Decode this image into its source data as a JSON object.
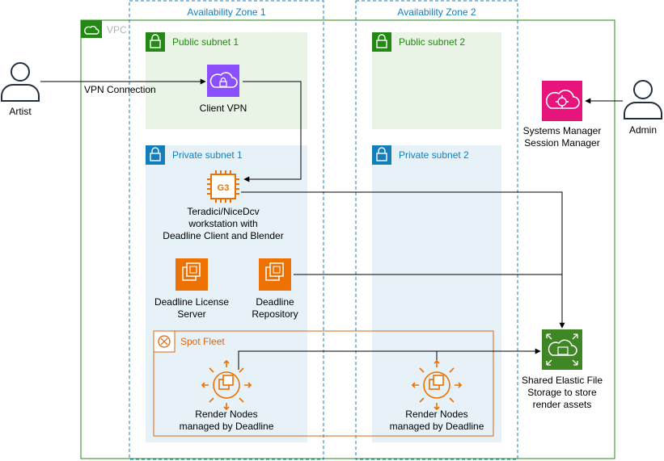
{
  "zones": {
    "az1": "Availability Zone 1",
    "az2": "Availability Zone 2"
  },
  "vpc_label": "VPC",
  "subnets": {
    "public1": "Public subnet 1",
    "public2": "Public subnet 2",
    "private1": "Private subnet 1",
    "private2": "Private subnet 2"
  },
  "spot_fleet_label": "Spot Fleet",
  "actors": {
    "artist": "Artist",
    "admin": "Admin"
  },
  "vpn_connection_label": "VPN Connection",
  "nodes": {
    "client_vpn": "Client VPN",
    "workstation_badge": "G3",
    "workstation": [
      "Teradici/NiceDcv",
      "workstation with",
      "Deadline Client and Blender"
    ],
    "license_server": [
      "Deadline License",
      "Server"
    ],
    "repository": [
      "Deadline",
      "Repository"
    ],
    "render_nodes_1": [
      "Render Nodes",
      "managed by Deadline"
    ],
    "render_nodes_2": [
      "Render Nodes",
      "managed by Deadline"
    ],
    "systems_manager": [
      "Systems Manager",
      "Session Manager"
    ],
    "efs": [
      "Shared Elastic File",
      "Storage to store",
      "render assets"
    ]
  },
  "colors": {
    "vpc_border": "#248814",
    "public_fill": "#e9f3e6",
    "private_fill": "#e6f2f8",
    "zone_border": "#147eba",
    "spot_border": "#d86613",
    "compute_orange": "#ed7100",
    "vpn_purple": "#8c4fff",
    "ssm_pink": "#e7157b",
    "efs_green": "#3f8624"
  }
}
